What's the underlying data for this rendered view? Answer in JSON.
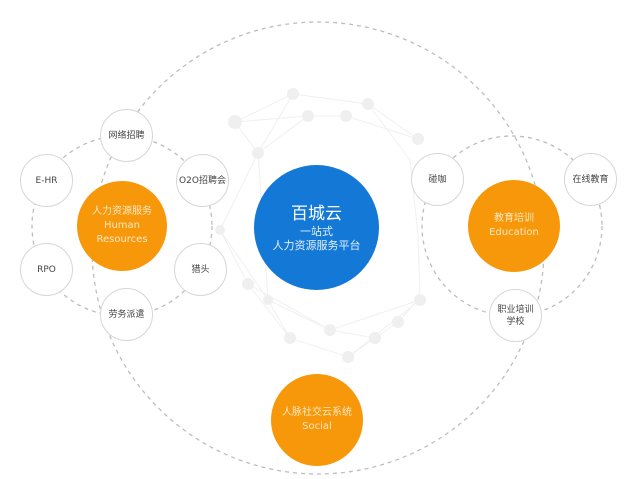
{
  "center": {
    "title": "百城云",
    "line2": "一站式",
    "line3": "人力资源服务平台",
    "color": "#1479d6"
  },
  "hr": {
    "label_cn": "人力资源服务",
    "label_en1": "Human",
    "label_en2": "Resources",
    "color": "#f7980a",
    "items": [
      "网络招聘",
      "E-HR",
      "O2O招聘会",
      "RPO",
      "猎头",
      "劳务派遣"
    ]
  },
  "education": {
    "label_cn": "教育培训",
    "label_en": "Education",
    "color": "#f7980a",
    "items": [
      "碰咖",
      "在线教育",
      "职业培训",
      "学校"
    ]
  },
  "social": {
    "label_cn": "人脉社交云系统",
    "label_en": "Social",
    "color": "#f7980a"
  }
}
